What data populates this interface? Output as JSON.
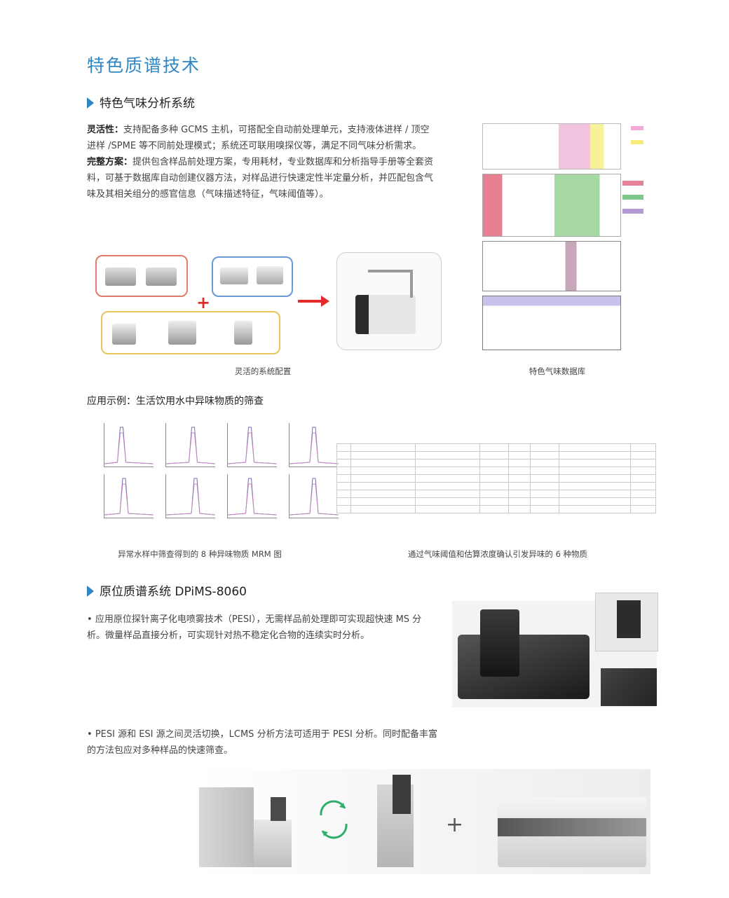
{
  "page_title": "特色质谱技术",
  "section1": {
    "heading": "特色气味分析系统",
    "para1_label": "灵活性：",
    "para1": "支持配备多种 GCMS 主机，可搭配全自动前处理单元，支持液体进样 / 顶空进样 /SPME 等不同前处理模式；系统还可联用嗅探仪等，满足不同气味分析需求。",
    "para2_label": "完整方案：",
    "para2": "提供包含样品前处理方案，专用耗材，专业数据库和分析指导手册等全套资料，可基于数据库自动创建仪器方法，对样品进行快速定性半定量分析，并匹配包含气味及其相关组分的感官信息（气味描述特征，气味阈值等）。",
    "caption_config": "灵活的系统配置",
    "caption_db": "特色气味数据库",
    "app_heading": "应用示例：生活饮用水中异味物质的筛查",
    "caption_mrm": "异常水样中筛查得到的 8 种异味物质 MRM 图",
    "caption_table": "通过气味阈值和估算浓度确认引发异味的 6 种物质"
  },
  "section2": {
    "heading": "原位质谱系统 DPiMS-8060",
    "bullet1": "应用原位探针离子化电喷雾技术（PESI），无需样品前处理即可实现超快速 MS 分析。微量样品直接分析，可实现针对热不稳定化合物的连续实时分析。",
    "bullet2": "PESI 源和 ESI 源之间灵活切换，LCMS 分析方法可适用于 PESI 分析。同时配备丰富的方法包应对多种样品的快速筛查。"
  },
  "config_diagram": {
    "plus": "+"
  },
  "spectra": [
    {
      "peak": 0.35
    },
    {
      "peak": 0.55
    },
    {
      "peak": 0.45
    },
    {
      "peak": 0.5
    },
    {
      "peak": 0.4
    },
    {
      "peak": 0.6
    },
    {
      "peak": 0.45
    },
    {
      "peak": 0.5
    }
  ],
  "colors": {
    "accent": "#2f86c4",
    "red": "#e32b2b",
    "config_border": "#e07a6a",
    "sniffer_border": "#6a9ad6",
    "pretreat_border": "#e8c45a"
  }
}
